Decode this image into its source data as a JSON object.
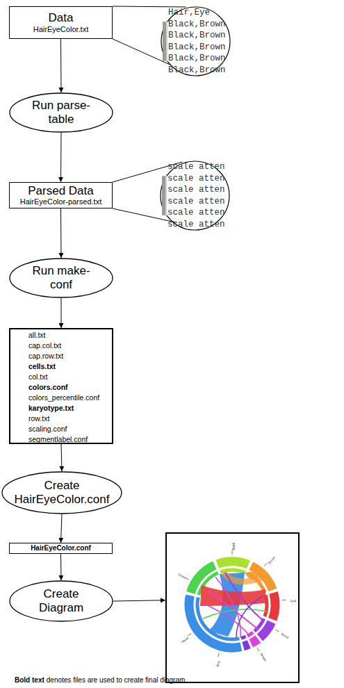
{
  "diagram": {
    "nodes": [
      {
        "text": [
          "Data",
          "HairEyeColor.txt"
        ]
      },
      {
        "text": [
          "Hair,Eye",
          "Black,Brown",
          "Black,Brown",
          "Black,Brown",
          "Black,Brown",
          "Black,Brown"
        ]
      },
      {
        "text": [
          "Run parse-table"
        ]
      },
      {
        "text": [
          "Parsed Data",
          "HairEyeColor-parsed.txt"
        ]
      },
      {
        "text": [
          "scale atten",
          "scale atten",
          "scale atten",
          "scale atten",
          "scale atten",
          "scale atten"
        ]
      },
      {
        "text": [
          "Run make-conf"
        ]
      },
      {
        "text": [
          "all.txt",
          "cap.col.txt",
          "cap.row.txt",
          "cells.txt",
          "col.txt",
          "colors.conf",
          "colors_percentile.conf",
          "karyotype.txt",
          "row.txt",
          "scaling.conf",
          "segmentlabel.conf"
        ]
      },
      {
        "text": [
          "Create HairEyeColor.conf"
        ]
      },
      {
        "text": [
          "HairEyeColor.conf"
        ]
      },
      {
        "text": [
          "Create Diagram"
        ]
      },
      {
        "text": [
          "Black",
          "Brown",
          "Red",
          "Blond",
          "Brown",
          "Blue",
          "Hazel",
          "Green"
        ]
      }
    ],
    "edges": [
      {
        "from": 0,
        "to": 1,
        "arrow": "none"
      },
      {
        "from": 0,
        "to": 1,
        "arrow": "none"
      },
      {
        "from": 0,
        "to": 2,
        "arrow": "to"
      },
      {
        "from": 2,
        "to": 3,
        "arrow": "to"
      },
      {
        "from": 3,
        "to": 4,
        "arrow": "none"
      },
      {
        "from": 3,
        "to": 4,
        "arrow": "none"
      },
      {
        "from": 3,
        "to": 5,
        "arrow": "to"
      },
      {
        "from": 5,
        "to": 6,
        "arrow": "to"
      },
      {
        "from": 6,
        "to": 7,
        "arrow": "to"
      },
      {
        "from": 7,
        "to": 8,
        "arrow": "to"
      },
      {
        "from": 8,
        "to": 9,
        "arrow": "to"
      },
      {
        "from": 9,
        "to": 10,
        "arrow": "to"
      }
    ],
    "labels": [
      "Bold text",
      "denotes files are used to create final diagram"
    ]
  }
}
